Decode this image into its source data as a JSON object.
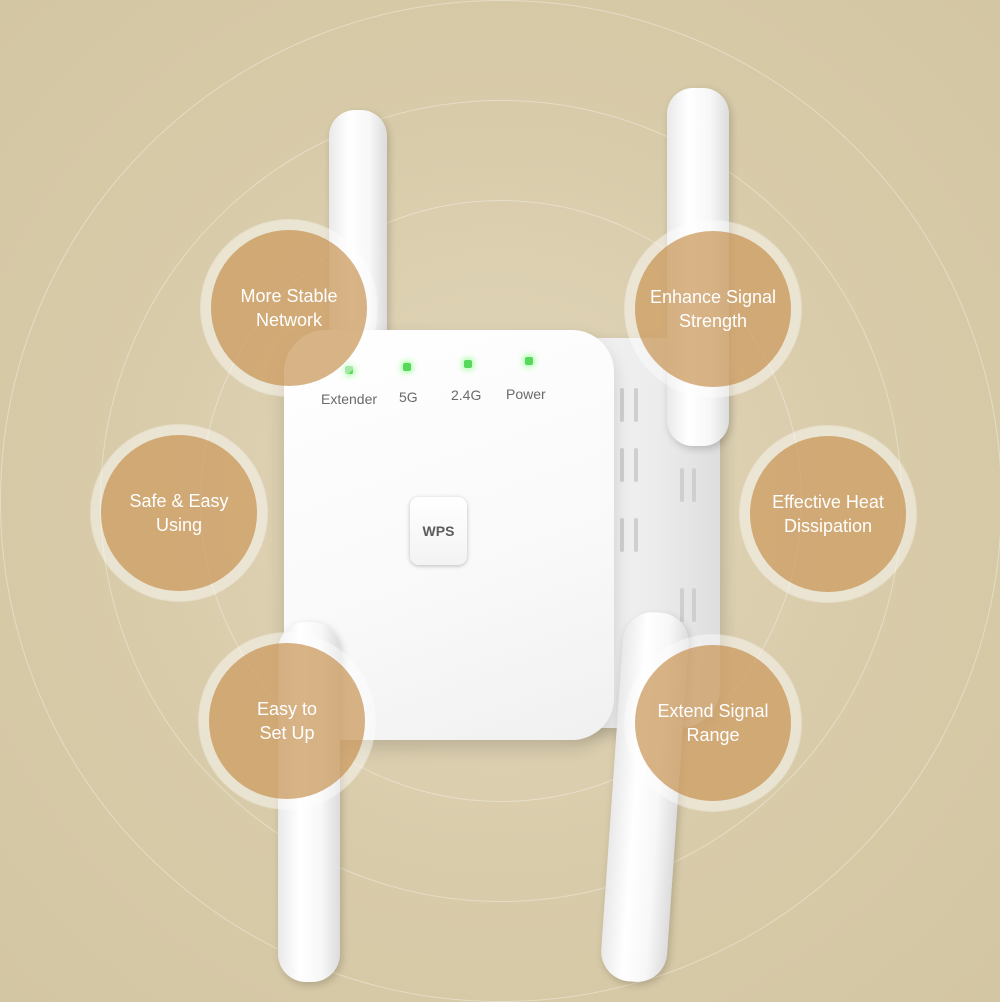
{
  "device": {
    "led_labels": [
      "Extender",
      "5G",
      "2.4G",
      "Power"
    ],
    "led_color": "#58d85a",
    "wps_label": "WPS"
  },
  "features": [
    {
      "label": "More Stable\nNetwork"
    },
    {
      "label": "Enhance Signal\nStrength"
    },
    {
      "label": "Safe & Easy\nUsing"
    },
    {
      "label": "Effective Heat\nDissipation"
    },
    {
      "label": "Easy to\nSet Up"
    },
    {
      "label": "Extend Signal\nRange"
    }
  ],
  "colors": {
    "background": "#d8cba9",
    "bubble": "#cea068",
    "device": "#ffffff"
  }
}
